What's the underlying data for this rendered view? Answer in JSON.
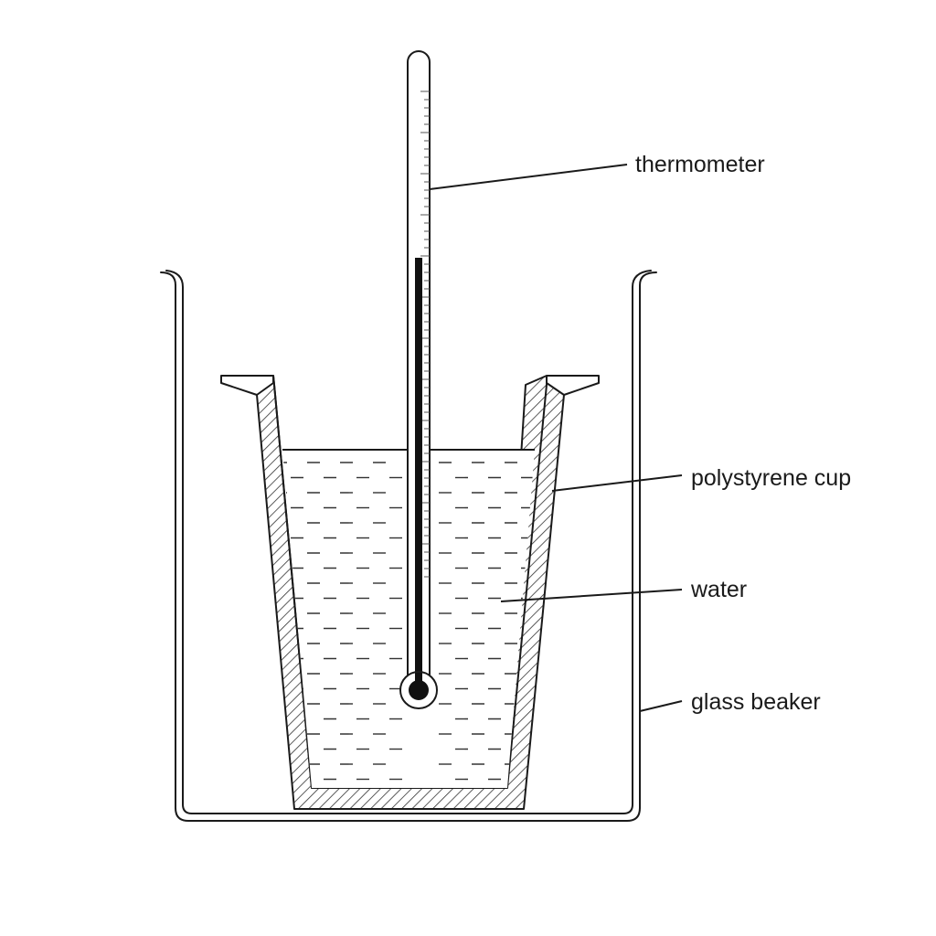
{
  "labels": {
    "thermometer": "thermometer",
    "cup": "polystyrene cup",
    "water": "water",
    "beaker": "glass beaker"
  }
}
